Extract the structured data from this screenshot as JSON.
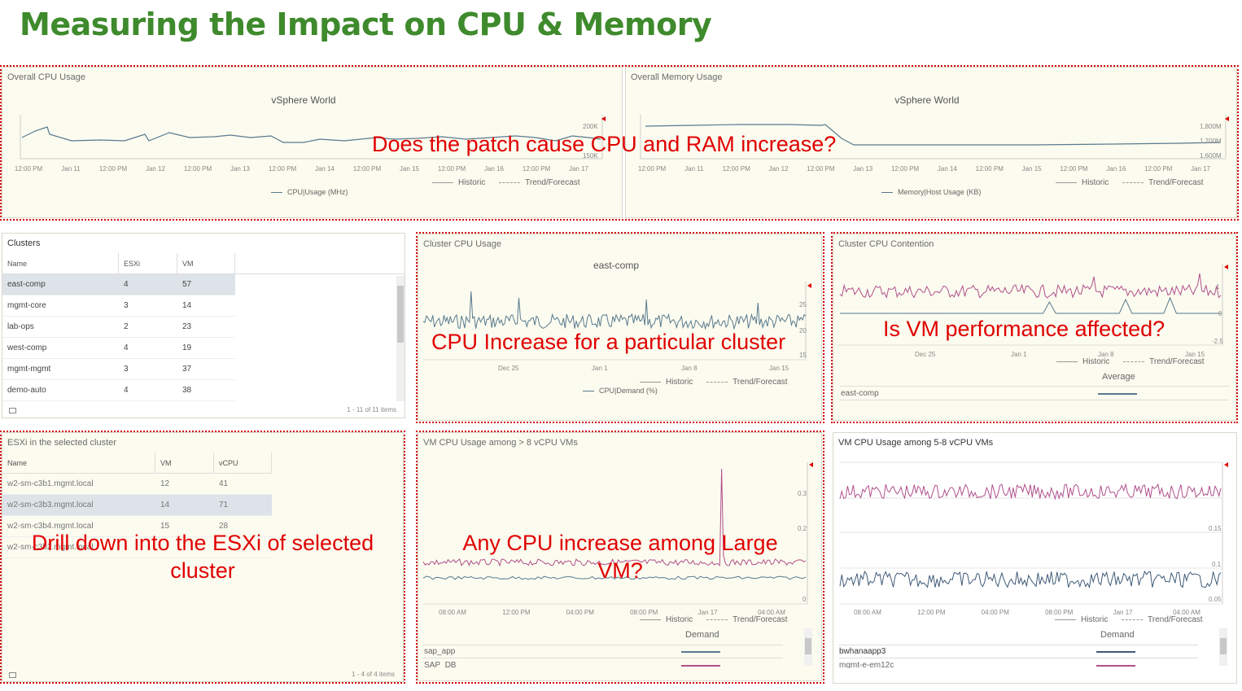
{
  "slide": {
    "title": "Measuring the Impact on CPU & Memory"
  },
  "colors": {
    "title_green": "#3e8a2c",
    "callout_red": "#e00000",
    "panel_bg": "#fbfbef",
    "series_blue": "#5a7a8e",
    "series_pink": "#b0508c"
  },
  "cpu_panel": {
    "title": "Overall CPU Usage",
    "subtitle": "vSphere World",
    "x_ticks": [
      "12:00 PM",
      "Jan 11",
      "12:00 PM",
      "Jan 12",
      "12:00 PM",
      "Jan 13",
      "12:00 PM",
      "Jan 14",
      "12:00 PM",
      "Jan 15",
      "12:00 PM",
      "Jan 16",
      "12:00 PM",
      "Jan 17"
    ],
    "y_ticks": [
      "200K",
      "150K"
    ],
    "legend_historic": "Historic",
    "legend_trend": "Trend/Forecast",
    "series_label": "CPU|Usage (MHz)"
  },
  "mem_panel": {
    "title": "Overall Memory Usage",
    "subtitle": "vSphere World",
    "x_ticks": [
      "12:00 PM",
      "Jan 11",
      "12:00 PM",
      "Jan 12",
      "12:00 PM",
      "Jan 13",
      "12:00 PM",
      "Jan 14",
      "12:00 PM",
      "Jan 15",
      "12:00 PM",
      "Jan 16",
      "12:00 PM",
      "Jan 17"
    ],
    "y_ticks": [
      "1,800M",
      "1,700M",
      "1,600M"
    ],
    "legend_historic": "Historic",
    "legend_trend": "Trend/Forecast",
    "series_label": "Memory|Host Usage (KB)"
  },
  "callouts": {
    "top": "Does the patch cause CPU and RAM increase?",
    "cluster": "CPU Increase for a particular cluster",
    "contention": "Is VM performance affected?",
    "esxi_line1": "Drill down into the ESXi of selected",
    "esxi_line2": "cluster",
    "large_vm_line1": "Any CPU increase among Large",
    "large_vm_line2": "VM?"
  },
  "clusters": {
    "title": "Clusters",
    "headers": [
      "Name",
      "ESXi",
      "VM"
    ],
    "rows": [
      [
        "east-comp",
        "4",
        "57"
      ],
      [
        "mgmt-core",
        "3",
        "14"
      ],
      [
        "lab-ops",
        "2",
        "23"
      ],
      [
        "west-comp",
        "4",
        "19"
      ],
      [
        "mgmt-mgmt",
        "3",
        "37"
      ],
      [
        "demo-auto",
        "4",
        "38"
      ]
    ],
    "footer": "1 - 11 of 11 items"
  },
  "cluster_cpu": {
    "title": "Cluster CPU Usage",
    "subtitle": "east-comp",
    "x_ticks": [
      "Dec 25",
      "Jan 1",
      "Jan 8",
      "Jan 15"
    ],
    "y_ticks": [
      "25",
      "20",
      "15"
    ],
    "legend_historic": "Historic",
    "legend_trend": "Trend/Forecast",
    "series_label": "CPU|Demand (%)"
  },
  "contention": {
    "title": "Cluster CPU Contention",
    "x_ticks": [
      "Dec 25",
      "Jan 1",
      "Jan 8",
      "Jan 15"
    ],
    "y_ticks": [
      "1",
      "0",
      "-2.5"
    ],
    "legend_historic": "Historic",
    "legend_trend": "Trend/Forecast",
    "column": "Average",
    "row": "east-comp"
  },
  "esxi": {
    "title": "ESXi in the selected cluster",
    "headers": [
      "Name",
      "VM",
      "vCPU"
    ],
    "rows": [
      [
        "w2-sm-c3b1.mgmt.local",
        "12",
        "41"
      ],
      [
        "w2-sm-c3b3.mgmt.local",
        "14",
        "71"
      ],
      [
        "w2-sm-c3b4.mgmt.local",
        "15",
        "28"
      ],
      [
        "w2-sm-c3b2.mgmt.local",
        "",
        ""
      ]
    ],
    "footer": "1 - 4 of 4 items"
  },
  "large_vm": {
    "title": "VM CPU Usage among > 8 vCPU VMs",
    "x_ticks": [
      "08:00 AM",
      "12:00 PM",
      "04:00 PM",
      "08:00 PM",
      "Jan 17",
      "04:00 AM"
    ],
    "y_ticks": [
      "0.3",
      "0.2",
      "0"
    ],
    "legend_historic": "Historic",
    "legend_trend": "Trend/Forecast",
    "column": "Demand",
    "rows": [
      "sap_app",
      "SAP_DB"
    ]
  },
  "mid_vm": {
    "title": "VM CPU Usage among 5-8 vCPU VMs",
    "x_ticks": [
      "08:00 AM",
      "12:00 PM",
      "04:00 PM",
      "08:00 PM",
      "Jan 17",
      "04:00 AM"
    ],
    "y_ticks": [
      "0.15",
      "0.1",
      "0.05"
    ],
    "legend_historic": "Historic",
    "legend_trend": "Trend/Forecast",
    "column": "Demand",
    "rows": [
      "bwhanaapp3",
      "mgmt-e-em12c"
    ]
  }
}
